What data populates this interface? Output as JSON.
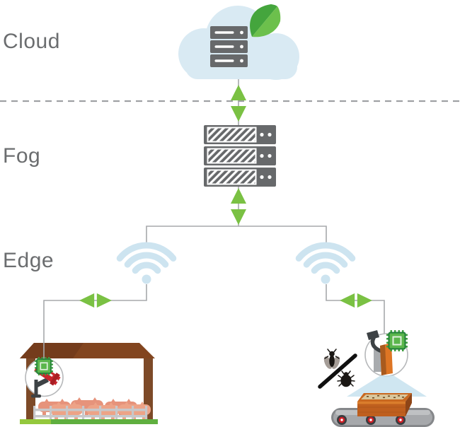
{
  "labels": {
    "cloud": "Cloud",
    "fog": "Fog",
    "edge": "Edge"
  },
  "icons": {
    "cloud_icon": "cloud-with-server-rack",
    "leaf_icon": "two-tone-green-leaf",
    "fog_icon": "server-rack-stack-hatched",
    "wifi_left_icon": "wifi-signal",
    "wifi_right_icon": "wifi-signal",
    "link_arrow_icon": "green-double-triangle-arrow",
    "boundary_icon": "dashed-separator-line",
    "camera_icon": "cctv-camera-with-ai-chip",
    "chip_icon": "processor-chip",
    "barn_icon": "pig-barn-shelter",
    "pigs_icon": "pigs-behind-fence",
    "sensor_icon": "optical-sensor-with-ai-chip",
    "light_cone_icon": "scanner-light-cone",
    "no_insects_icon": "fly-and-beetle-crossed-out",
    "grain_box_icon": "crate-of-grain",
    "conveyor_icon": "conveyor-belt"
  },
  "links": [
    {
      "from": "cloud",
      "to": "fog",
      "bidirectional": true
    },
    {
      "from": "fog",
      "to": "edge",
      "bidirectional": true
    },
    {
      "from": "edge",
      "to": "wifi-left",
      "bidirectional": false
    },
    {
      "from": "edge",
      "to": "wifi-right",
      "bidirectional": false
    },
    {
      "from": "wifi-left",
      "to": "barn-camera",
      "bidirectional": true
    },
    {
      "from": "wifi-right",
      "to": "conveyor-sensor",
      "bidirectional": true
    }
  ],
  "colors": {
    "accent_green": "#7ac143",
    "line_gray": "#a7a9ac",
    "dashed_gray": "#9fa1a4",
    "label_gray": "#6b6d6f",
    "cloud_blue": "#d9eaf3",
    "wifi_blue": "#cde4f0",
    "server_gray": "#67696b",
    "leaf_green": "#44a53d",
    "leaf_green_light": "#6cc04c",
    "roof_brown": "#82451f",
    "roof_brown_dark": "#743c1c",
    "post_brown": "#7d4a28",
    "pig_salmon": "#e6937b",
    "pig_salmon_light": "#eda387",
    "fence_gray": "#c7c8ca",
    "ground_green_light": "#94c83d",
    "ground_green_dark": "#5faf3f",
    "circle_stroke": "#b6b8ba",
    "camera_red": "#c9252c",
    "mount_dark": "#3d4245",
    "chip_green": "#5bb64c",
    "chip_green_dark": "#3f9e3f",
    "chip_border_green": "#20803a",
    "device_orange": "#de7524",
    "device_orange_dark": "#a85a1e",
    "plate_gray": "#a8abae",
    "cone_blue": "#c3e0ee",
    "box_orange": "#bf5f1e",
    "box_orange_light": "#da7d2c",
    "box_top_orange": "#c9681f",
    "box_side_brown": "#8e4517",
    "grain_tan": "#d9c69b",
    "belt_gray": "#85878a",
    "belt_gray_light": "#a6a8ab",
    "belt_band": "#bfc1c3",
    "roller_dark": "#3a3c3f",
    "roller_red": "#d01f26",
    "insect_dark": "#1a1714",
    "wing_gray": "#a59d97"
  }
}
